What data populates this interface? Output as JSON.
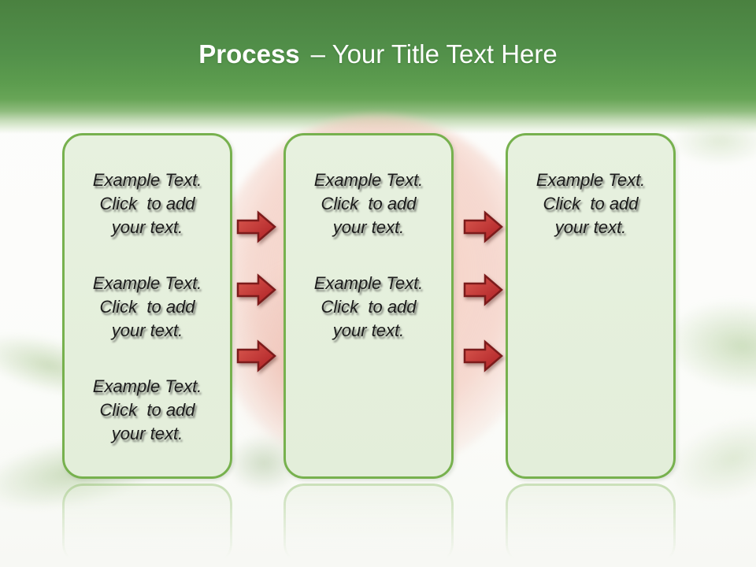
{
  "slide_title": {
    "bold": "Process",
    "rest": "– Your Title Text Here"
  },
  "boxes": [
    {
      "name": "box-1",
      "blocks": [
        "Example Text.\nClick  to add\nyour text.",
        "Example Text.\nClick  to add\nyour text.",
        "Example Text.\nClick  to add\nyour text."
      ]
    },
    {
      "name": "box-2",
      "blocks": [
        "Example Text.\nClick  to add\nyour text.",
        "Example Text.\nClick  to add\nyour text."
      ]
    },
    {
      "name": "box-3",
      "blocks": [
        "Example Text.\nClick  to add\nyour text."
      ]
    }
  ],
  "arrows": {
    "direction": "right",
    "columns": 2,
    "per_column": 3
  },
  "colors": {
    "header_green_top": "#4a8140",
    "header_green_mid": "#5c9c4e",
    "box_fill": "#e6f0de",
    "box_border": "#77b14e",
    "arrow_fill_light": "#da5a50",
    "arrow_fill_dark": "#ad1f24",
    "arrow_border": "#7c1b1b",
    "title_color": "#fefefe",
    "body_text_color": "#1c1c1c"
  }
}
